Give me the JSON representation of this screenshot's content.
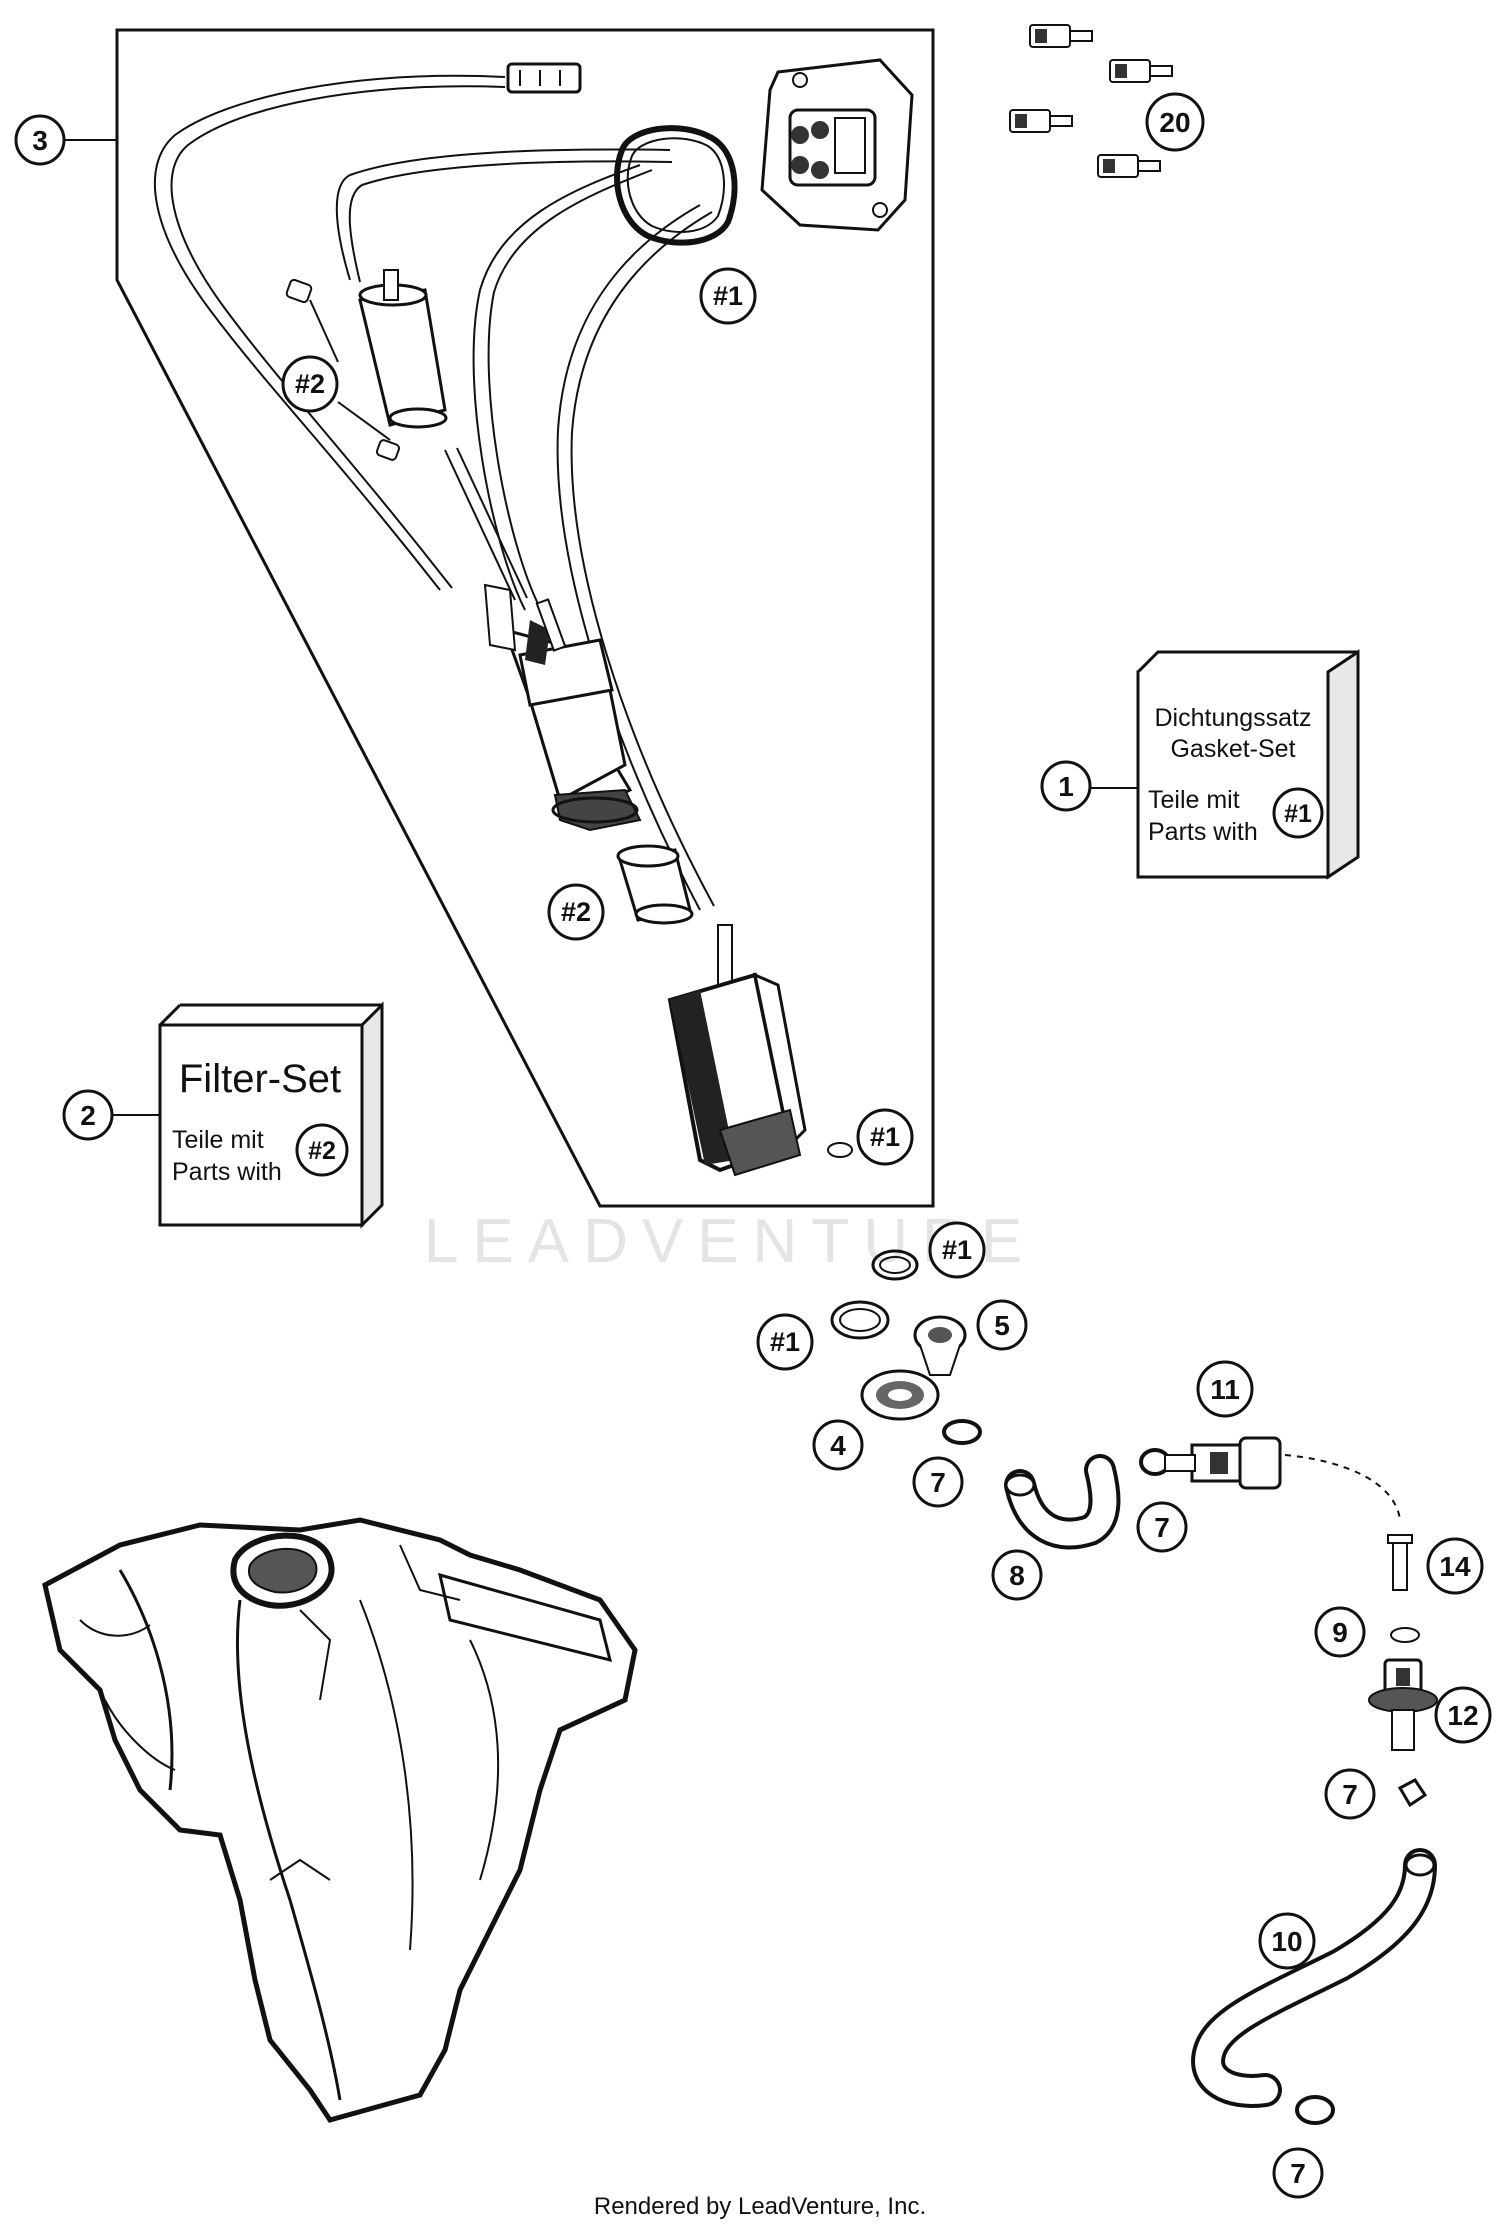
{
  "callouts": {
    "c1": "1",
    "c2": "2",
    "c3": "3",
    "c4": "4",
    "c5": "5",
    "c7a": "7",
    "c7b": "7",
    "c7c": "7",
    "c7d": "7",
    "c8": "8",
    "c9": "9",
    "c10": "10",
    "c11": "11",
    "c12": "12",
    "c14": "14",
    "c20": "20",
    "h1a": "#1",
    "h1b": "#1",
    "h1c": "#1",
    "h1d": "#1",
    "h2a": "#2",
    "h2b": "#2"
  },
  "gasket_box": {
    "line1": "Dichtungssatz",
    "line2": "Gasket-Set",
    "line3": "Teile mit",
    "line4": "Parts with",
    "ref": "#1"
  },
  "filter_box": {
    "title": "Filter-Set",
    "line1": "Teile mit",
    "line2": "Parts with",
    "ref": "#2"
  },
  "watermark": "LEADVENTURE",
  "footer": "Rendered by LeadVenture, Inc."
}
